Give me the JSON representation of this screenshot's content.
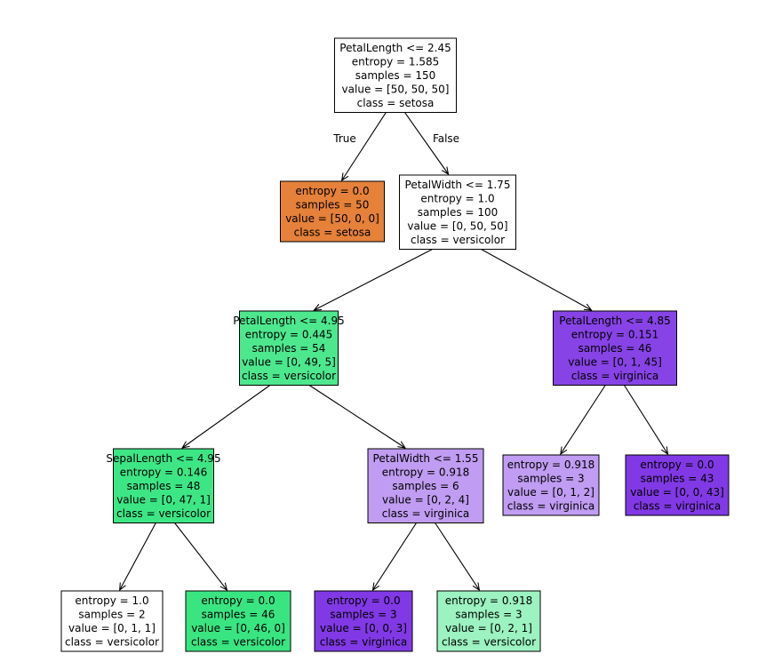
{
  "tree": {
    "nodes": [
      {
        "id": "n0",
        "fill": "#ffffff",
        "lines": [
          "PetalLength <= 2.45",
          "entropy = 1.585",
          "samples = 150",
          "value = [50, 50, 50]",
          "class = setosa"
        ]
      },
      {
        "id": "n1",
        "fill": "#e58139",
        "lines": [
          "entropy = 0.0",
          "samples = 50",
          "value = [50, 0, 0]",
          "class = setosa"
        ]
      },
      {
        "id": "n2",
        "fill": "#ffffff",
        "lines": [
          "PetalWidth <= 1.75",
          "entropy = 1.0",
          "samples = 100",
          "value = [0, 50, 50]",
          "class = versicolor"
        ]
      },
      {
        "id": "n3",
        "fill": "#4de88e",
        "lines": [
          "PetalLength <= 4.95",
          "entropy = 0.445",
          "samples = 54",
          "value = [0, 49, 5]",
          "class = versicolor"
        ]
      },
      {
        "id": "n4",
        "fill": "#8743e6",
        "lines": [
          "PetalLength <= 4.85",
          "entropy = 0.151",
          "samples = 46",
          "value = [0, 1, 45]",
          "class = virginica"
        ]
      },
      {
        "id": "n5",
        "fill": "#3de684",
        "lines": [
          "SepalLength <= 4.95",
          "entropy = 0.146",
          "samples = 48",
          "value = [0, 47, 1]",
          "class = versicolor"
        ]
      },
      {
        "id": "n6",
        "fill": "#c09cf2",
        "lines": [
          "PetalWidth <= 1.55",
          "entropy = 0.918",
          "samples = 6",
          "value = [0, 2, 4]",
          "class = virginica"
        ]
      },
      {
        "id": "n7",
        "fill": "#c09cf2",
        "lines": [
          "entropy = 0.918",
          "samples = 3",
          "value = [0, 1, 2]",
          "class = virginica"
        ]
      },
      {
        "id": "n8",
        "fill": "#8139e5",
        "lines": [
          "entropy = 0.0",
          "samples = 43",
          "value = [0, 0, 43]",
          "class = virginica"
        ]
      },
      {
        "id": "n9",
        "fill": "#ffffff",
        "lines": [
          "entropy = 1.0",
          "samples = 2",
          "value = [0, 1, 1]",
          "class = versicolor"
        ]
      },
      {
        "id": "n10",
        "fill": "#39e581",
        "lines": [
          "entropy = 0.0",
          "samples = 46",
          "value = [0, 46, 0]",
          "class = versicolor"
        ]
      },
      {
        "id": "n11",
        "fill": "#8139e5",
        "lines": [
          "entropy = 0.0",
          "samples = 3",
          "value = [0, 0, 3]",
          "class = virginica"
        ]
      },
      {
        "id": "n12",
        "fill": "#9cf2c0",
        "lines": [
          "entropy = 0.918",
          "samples = 3",
          "value = [0, 2, 1]",
          "class = versicolor"
        ]
      }
    ],
    "edges": [
      {
        "from": "n0",
        "to": "n1",
        "label": "True"
      },
      {
        "from": "n0",
        "to": "n2",
        "label": "False"
      },
      {
        "from": "n2",
        "to": "n3",
        "label": ""
      },
      {
        "from": "n2",
        "to": "n4",
        "label": ""
      },
      {
        "from": "n3",
        "to": "n5",
        "label": ""
      },
      {
        "from": "n3",
        "to": "n6",
        "label": ""
      },
      {
        "from": "n4",
        "to": "n7",
        "label": ""
      },
      {
        "from": "n4",
        "to": "n8",
        "label": ""
      },
      {
        "from": "n5",
        "to": "n9",
        "label": ""
      },
      {
        "from": "n5",
        "to": "n10",
        "label": ""
      },
      {
        "from": "n6",
        "to": "n11",
        "label": ""
      },
      {
        "from": "n6",
        "to": "n12",
        "label": ""
      }
    ]
  }
}
